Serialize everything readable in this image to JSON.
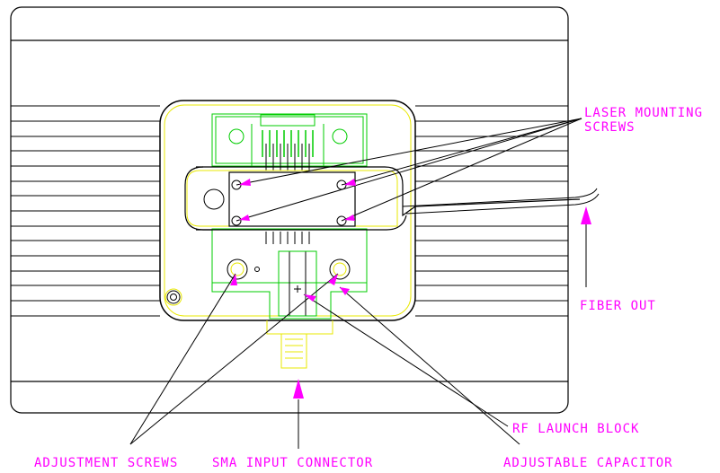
{
  "labels": {
    "laser_mounting_screws_line1": "LASER MOUNTING",
    "laser_mounting_screws_line2": "SCREWS",
    "fiber_out": "FIBER OUT",
    "rf_launch_block": "RF LAUNCH BLOCK",
    "adjustment_screws": "ADJUSTMENT SCREWS",
    "sma_input_connector": "SMA INPUT CONNECTOR",
    "adjustable_capacitor": "ADJUSTABLE CAPACITOR"
  },
  "colors": {
    "outline": "#000000",
    "housing": "#e8e800",
    "laser_parts": "#00cc00",
    "annotation": "#ff00ff",
    "background": "#ffffff"
  }
}
